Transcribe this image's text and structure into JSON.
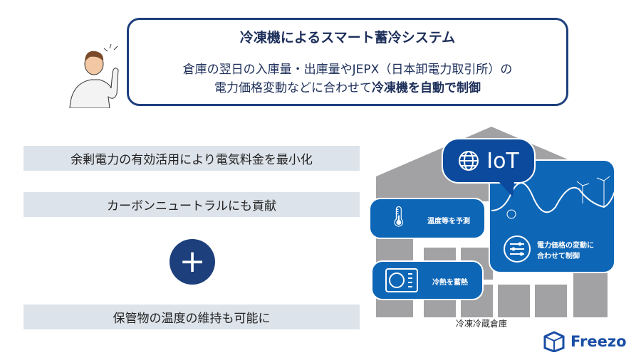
{
  "header": {
    "title": "冷凍機によるスマート蓄冷システム",
    "line1": "倉庫の翌日の入庫量・出庫量やJEPX（日本卸電力取引所）の",
    "line2_plain": "電力価格変動などに合わせて",
    "line2_bold": "冷凍機を自動で制御"
  },
  "benefits": [
    "余剰電力の有効活用により電気料金を最小化",
    "カーボンニュートラルにも貢献",
    "保管物の温度の維持も可能に"
  ],
  "plus_symbol": "+",
  "diagram": {
    "iot_label": "IoT",
    "card_forecast": "温度等を予測",
    "card_storage": "冷熱を蓄熱",
    "card_control_1": "電力価格の変動に",
    "card_control_2": "合わせて制御",
    "warehouse_label": "冷凍冷蔵倉庫"
  },
  "brand": {
    "name": "Freezo"
  },
  "colors": {
    "navy": "#1d3f7c",
    "blue": "#0e66b6",
    "gray": "#a2a2a4",
    "bar": "#dde3ea"
  }
}
